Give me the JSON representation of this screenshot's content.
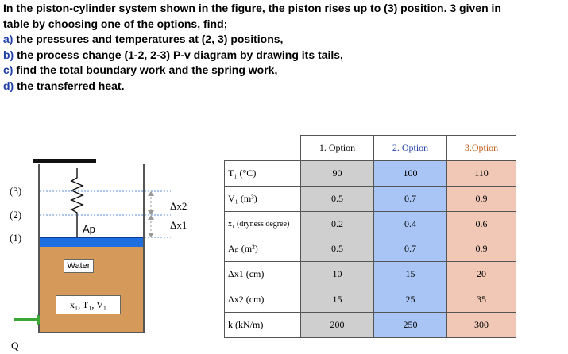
{
  "question": {
    "line1": "In the piston-cylinder system shown in the figure, the piston rises up to (3) position. 3 given in",
    "line2": "table by choosing one of the options, find;",
    "items": [
      {
        "letter": "a)",
        "text": " the pressures and temperatures at (2, 3) positions,"
      },
      {
        "letter": "b)",
        "text": " the process change (1-2, 2-3) P-v diagram by drawing its tails,"
      },
      {
        "letter": "c)",
        "text": " find the total boundary work and the spring work,"
      },
      {
        "letter": "d)",
        "text": " the transferred heat."
      }
    ]
  },
  "figure": {
    "level3": "(3)",
    "level2": "(2)",
    "level1": "(1)",
    "piston_area": "Ap",
    "water": "Water",
    "state1": "x₁, T₁, V₁",
    "dx2": "Δx2",
    "dx1": "Δx1",
    "heat": "Q"
  },
  "table": {
    "headers": [
      "1. Option",
      "2. Option",
      "3.Option"
    ],
    "rows": [
      {
        "label": "T₁ (°C)",
        "values": [
          "90",
          "100",
          "110"
        ]
      },
      {
        "label": "V₁ (m³)",
        "values": [
          "0.5",
          "0.7",
          "0.9"
        ]
      },
      {
        "label": "x₁ (dryness degree)",
        "values": [
          "0.2",
          "0.4",
          "0.6"
        ]
      },
      {
        "label": "Aₚ (m²)",
        "values": [
          "0.5",
          "0.7",
          "0.9"
        ]
      },
      {
        "label": "Δx1 (cm)",
        "values": [
          "10",
          "15",
          "20"
        ]
      },
      {
        "label": "Δx2 (cm)",
        "values": [
          "15",
          "25",
          "35"
        ]
      },
      {
        "label": "k (kN/m)",
        "values": [
          "200",
          "250",
          "300"
        ]
      }
    ]
  },
  "colors": {
    "option1": "#cfcfcf",
    "option2": "#a9c5f5",
    "option3": "#f0c8b5",
    "piston": "#1d6fe0",
    "water": "#d59a59",
    "heat_arrow": "#3aa635"
  }
}
